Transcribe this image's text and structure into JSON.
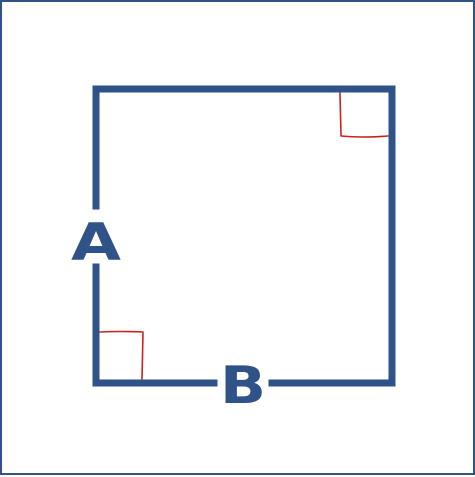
{
  "diagram": {
    "label_left": "A",
    "label_bottom": "B",
    "colors": {
      "frame": "#2f5288",
      "square": "#2f5288",
      "right_angle_marker": "#cc1f1f",
      "background": "#ffffff"
    },
    "shapes": {
      "main": "square",
      "markers": [
        "right-angle-top-right",
        "right-angle-bottom-left"
      ]
    }
  }
}
